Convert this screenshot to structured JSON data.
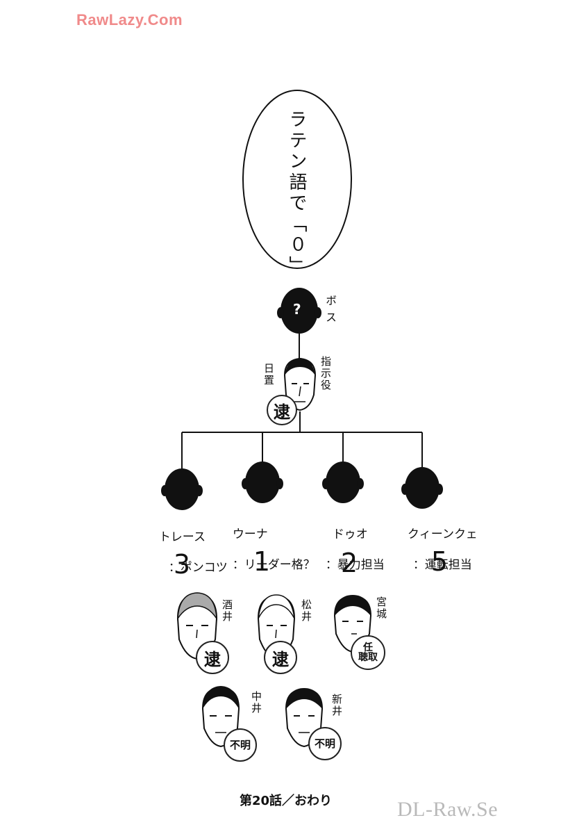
{
  "watermarks": {
    "top": "RawLazy.Com",
    "bottom": "DL-Raw.Se"
  },
  "speech_bubble": {
    "text": "ラテン語で「０」"
  },
  "boss": {
    "mark": "?",
    "label": "ボス"
  },
  "director": {
    "role": "指示役",
    "name": "日置",
    "stamp": "逮"
  },
  "members": [
    {
      "role_line1": "トレース",
      "role_line2": "：ポンコツ",
      "number": "3"
    },
    {
      "role_line1": "ウーナ",
      "role_line2": "：リーダー格？",
      "number": "1"
    },
    {
      "role_line1": "ドゥオ",
      "role_line2": "：暴力担当",
      "number": "2"
    },
    {
      "role_line1": "クィーンクェ",
      "role_line2": "：運転担当",
      "number": "5"
    }
  ],
  "people": [
    {
      "name": "酒井",
      "stamp": "逮"
    },
    {
      "name": "松井",
      "stamp": "逮"
    },
    {
      "name": "宮城",
      "stamp_line1": "任",
      "stamp_line2": "聴取"
    },
    {
      "name": "中井",
      "stamp": "不明"
    },
    {
      "name": "新井",
      "stamp": "不明"
    }
  ],
  "footer": {
    "text": "第20話／おわり"
  },
  "colors": {
    "ink": "#111111",
    "watermark_top": "#f08a8a",
    "watermark_bottom": "#b9b9b9"
  }
}
